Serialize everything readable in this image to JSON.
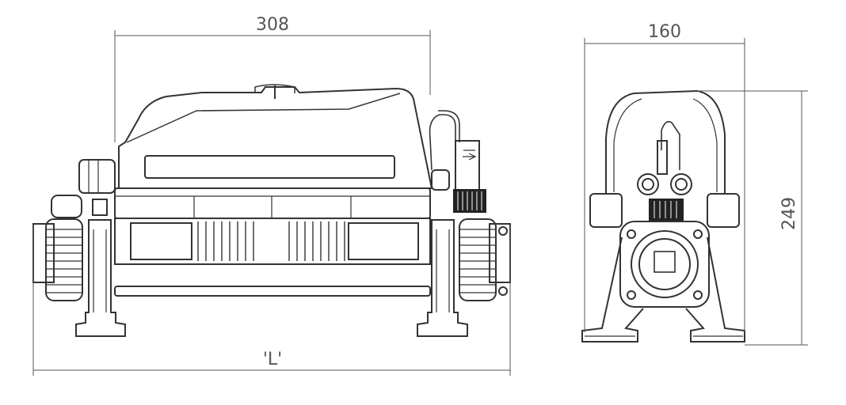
{
  "dimensions": {
    "front_width": "308",
    "side_width": "160",
    "side_height": "249",
    "overall_length": "'L'"
  },
  "colors": {
    "line": "#333333",
    "dim_line": "#555555",
    "background": "#ffffff"
  }
}
